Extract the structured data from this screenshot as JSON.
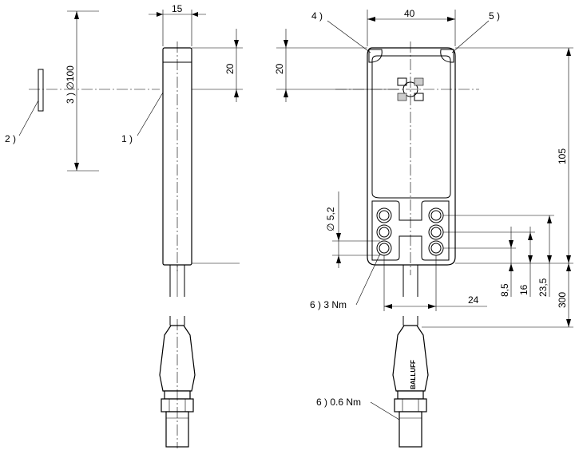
{
  "views": {
    "side": {
      "dim_width": "15",
      "dim_height": "20",
      "dim_diameter": "3 ) ∅100",
      "callout_1": "1 )",
      "callout_2": "2 )"
    },
    "front": {
      "dim_width": "40",
      "dim_top": "20",
      "callout_4": "4 )",
      "callout_5": "5 )",
      "dim_hole": "∅ 5,2",
      "dim_24": "24",
      "dim_8_5": "8,5",
      "dim_16": "16",
      "dim_23_5": "23,5",
      "dim_105": "105",
      "dim_300": "300",
      "torque_screw": "6 ) 3 Nm"
    },
    "connector": {
      "torque": "6 ) 0.6 Nm",
      "brand": "BALLUFF"
    }
  }
}
